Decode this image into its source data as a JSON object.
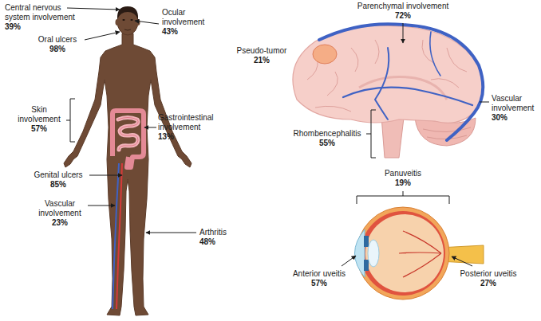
{
  "diagram": {
    "labels": [
      "Central nervous system involvement",
      "39%",
      "Ocular involvement",
      "43%",
      "Oral ulcers",
      "98%",
      "Skin involvement",
      "57%",
      "Gastrointestinal involvement",
      "13%",
      "Genital ulcers",
      "85%",
      "Vascular involvement",
      "23%",
      "Arthritis",
      "48%",
      "Parenchymal involvement",
      "72%",
      "Pseudo-tumor",
      "21%",
      "Rhombencephalitis",
      "55%",
      "Vascular involvement",
      "30%",
      "Panuveitis",
      "19%",
      "Anterior uveitis",
      "57%",
      "Posterior uveitis",
      "27%"
    ]
  }
}
